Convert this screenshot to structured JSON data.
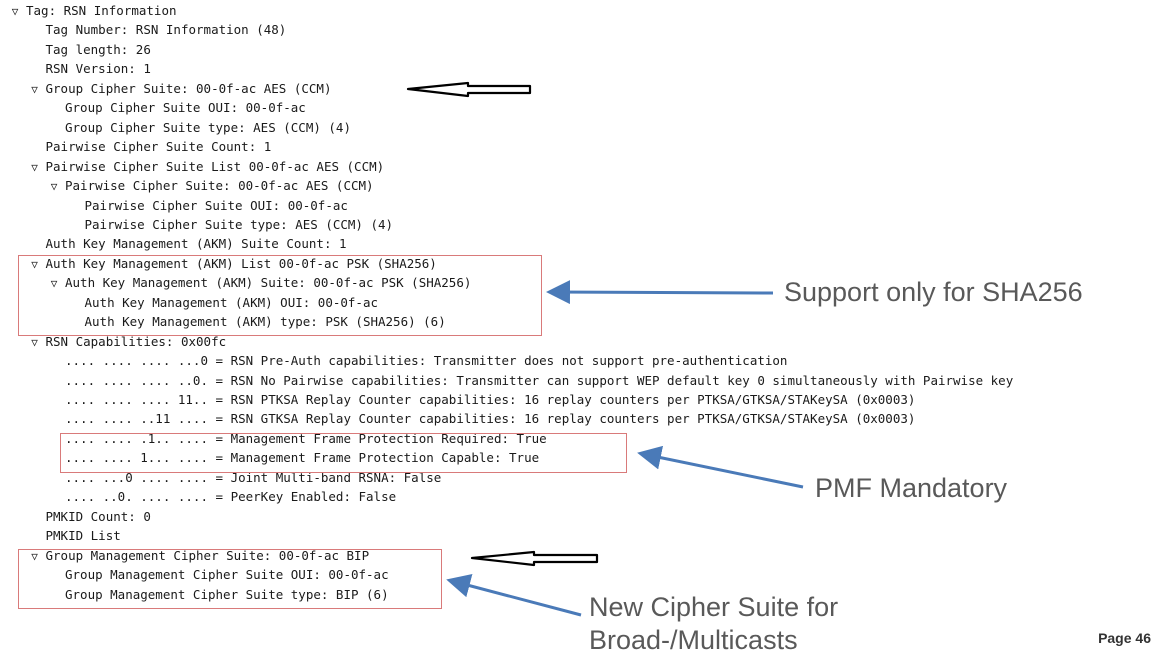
{
  "tree": [
    {
      "text": "Tag: RSN Information",
      "depth": 0,
      "twisty": "expanded"
    },
    {
      "text": "Tag Number: RSN Information (48)",
      "depth": 1,
      "twisty": "none"
    },
    {
      "text": "Tag length: 26",
      "depth": 1,
      "twisty": "none"
    },
    {
      "text": "RSN Version: 1",
      "depth": 1,
      "twisty": "none"
    },
    {
      "text": "Group Cipher Suite: 00-0f-ac AES (CCM)",
      "depth": 1,
      "twisty": "expanded"
    },
    {
      "text": "Group Cipher Suite OUI: 00-0f-ac",
      "depth": 2,
      "twisty": "none"
    },
    {
      "text": "Group Cipher Suite type: AES (CCM) (4)",
      "depth": 2,
      "twisty": "none"
    },
    {
      "text": "Pairwise Cipher Suite Count: 1",
      "depth": 1,
      "twisty": "none"
    },
    {
      "text": "Pairwise Cipher Suite List 00-0f-ac AES (CCM)",
      "depth": 1,
      "twisty": "expanded"
    },
    {
      "text": "Pairwise Cipher Suite: 00-0f-ac AES (CCM)",
      "depth": 2,
      "twisty": "expanded"
    },
    {
      "text": "Pairwise Cipher Suite OUI: 00-0f-ac",
      "depth": 3,
      "twisty": "none"
    },
    {
      "text": "Pairwise Cipher Suite type: AES (CCM) (4)",
      "depth": 3,
      "twisty": "none"
    },
    {
      "text": "Auth Key Management (AKM) Suite Count: 1",
      "depth": 1,
      "twisty": "none"
    },
    {
      "text": "Auth Key Management (AKM) List 00-0f-ac PSK (SHA256)",
      "depth": 1,
      "twisty": "expanded"
    },
    {
      "text": "Auth Key Management (AKM) Suite: 00-0f-ac PSK (SHA256)",
      "depth": 2,
      "twisty": "expanded"
    },
    {
      "text": "Auth Key Management (AKM) OUI: 00-0f-ac",
      "depth": 3,
      "twisty": "none"
    },
    {
      "text": "Auth Key Management (AKM) type: PSK (SHA256) (6)",
      "depth": 3,
      "twisty": "none"
    },
    {
      "text": "RSN Capabilities: 0x00fc",
      "depth": 1,
      "twisty": "expanded"
    },
    {
      "text": ".... .... .... ...0 = RSN Pre-Auth capabilities: Transmitter does not support pre-authentication",
      "depth": 2,
      "twisty": "none"
    },
    {
      "text": ".... .... .... ..0. = RSN No Pairwise capabilities: Transmitter can support WEP default key 0 simultaneously with Pairwise key",
      "depth": 2,
      "twisty": "none"
    },
    {
      "text": ".... .... .... 11.. = RSN PTKSA Replay Counter capabilities: 16 replay counters per PTKSA/GTKSA/STAKeySA (0x0003)",
      "depth": 2,
      "twisty": "none"
    },
    {
      "text": ".... .... ..11 .... = RSN GTKSA Replay Counter capabilities: 16 replay counters per PTKSA/GTKSA/STAKeySA (0x0003)",
      "depth": 2,
      "twisty": "none"
    },
    {
      "text": ".... .... .1.. .... = Management Frame Protection Required: True",
      "depth": 2,
      "twisty": "none"
    },
    {
      "text": ".... .... 1... .... = Management Frame Protection Capable: True",
      "depth": 2,
      "twisty": "none"
    },
    {
      "text": ".... ...0 .... .... = Joint Multi-band RSNA: False",
      "depth": 2,
      "twisty": "none"
    },
    {
      "text": ".... ..0. .... .... = PeerKey Enabled: False",
      "depth": 2,
      "twisty": "none"
    },
    {
      "text": "PMKID Count: 0",
      "depth": 1,
      "twisty": "none"
    },
    {
      "text": "PMKID List",
      "depth": 1,
      "twisty": "none"
    },
    {
      "text": "Group Management Cipher Suite: 00-0f-ac BIP",
      "depth": 1,
      "twisty": "expanded"
    },
    {
      "text": "Group Management Cipher Suite OUI: 00-0f-ac",
      "depth": 2,
      "twisty": "none"
    },
    {
      "text": "Group Management Cipher Suite type: BIP (6)",
      "depth": 2,
      "twisty": "none"
    }
  ],
  "callouts": {
    "sha256": "Support only for SHA256",
    "pmf": "PMF Mandatory",
    "bip_line1": "New Cipher Suite for",
    "bip_line2": "Broad-/Multicasts"
  },
  "page_number": "Page 46",
  "colors": {
    "highlight_box": "#d97a7a",
    "callout_arrow": "#4a7ab8",
    "callout_text": "#595959",
    "pointer_arrow": "#000000"
  },
  "icons": {
    "expanded": "triangle-down-icon"
  }
}
